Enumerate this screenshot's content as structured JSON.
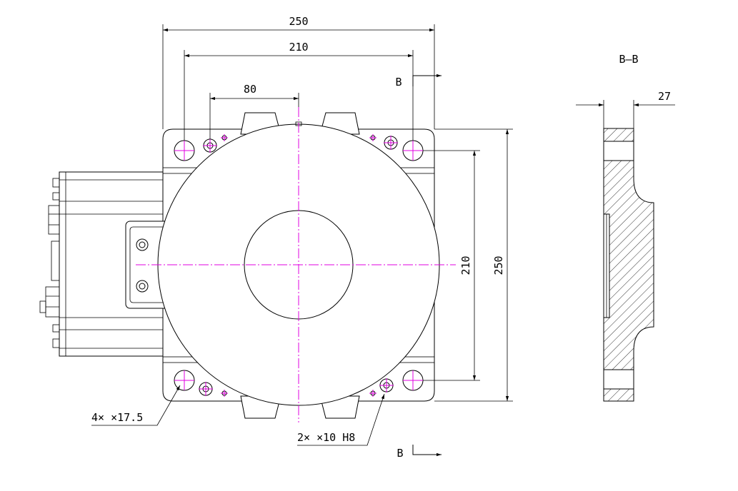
{
  "dimensions": {
    "overall_width": "250",
    "hole_span_width": "210",
    "small_offset": "80",
    "hole_span_height": "210",
    "overall_height": "250",
    "section_thickness": "27"
  },
  "labels": {
    "section_marker_top": "B",
    "section_marker_bottom": "B",
    "section_title": "B—B",
    "callout_large_holes": "4× ×17.5",
    "callout_pin_holes": "2× ×10 H8"
  },
  "colors": {
    "outline": "#000000",
    "centerline": "#e000e0",
    "background": "#ffffff"
  }
}
